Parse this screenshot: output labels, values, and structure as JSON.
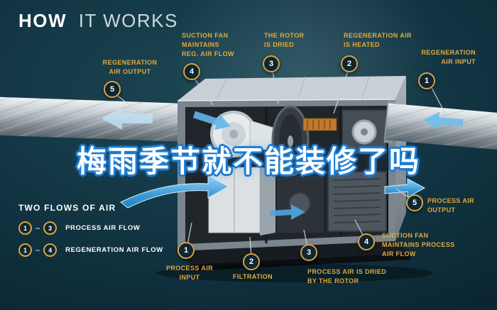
{
  "title": {
    "how": "HOW",
    "it_works": "IT WORKS"
  },
  "watermark_text": "梅雨季节就不能装修了吗",
  "colors": {
    "accent_gold": "#D9A43F",
    "arrow_blue": "#3E9BD9",
    "watermark_outline": "#1B7CD1",
    "background": "#0B2733"
  },
  "callouts": {
    "reg_output": {
      "number": "5",
      "label": "REGENERATION\nAIR OUTPUT"
    },
    "suction_reg": {
      "number": "4",
      "label": "SUCTION FAN\nMAINTAINS\nREG. AIR FLOW"
    },
    "rotor_dried": {
      "number": "3",
      "label": "THE ROTOR\nIS DRIED"
    },
    "reg_heated": {
      "number": "2",
      "label": "REGENERATION AIR\nIS HEATED"
    },
    "reg_input": {
      "number": "1",
      "label": "REGENERATION\nAIR INPUT"
    },
    "proc_output": {
      "number": "5",
      "label": "PROCESS AIR\nOUTPUT"
    },
    "suction_proc": {
      "number": "4",
      "label": "SUCTION FAN\nMAINTAINS PROCESS\nAIR FLOW"
    },
    "proc_dried": {
      "number": "3",
      "label": "PROCESS AIR IS DRIED\nBY THE ROTOR"
    },
    "filtration": {
      "number": "2",
      "label": "FILTRATION"
    },
    "proc_input": {
      "number": "1",
      "label": "PROCESS AIR\nINPUT"
    }
  },
  "legend": {
    "title": "TWO FLOWS OF AIR",
    "separator": "–",
    "rows": [
      {
        "from": "1",
        "to": "3",
        "label": "PROCESS AIR FLOW"
      },
      {
        "from": "1",
        "to": "4",
        "label": "REGENERATION AIR FLOW"
      }
    ]
  }
}
